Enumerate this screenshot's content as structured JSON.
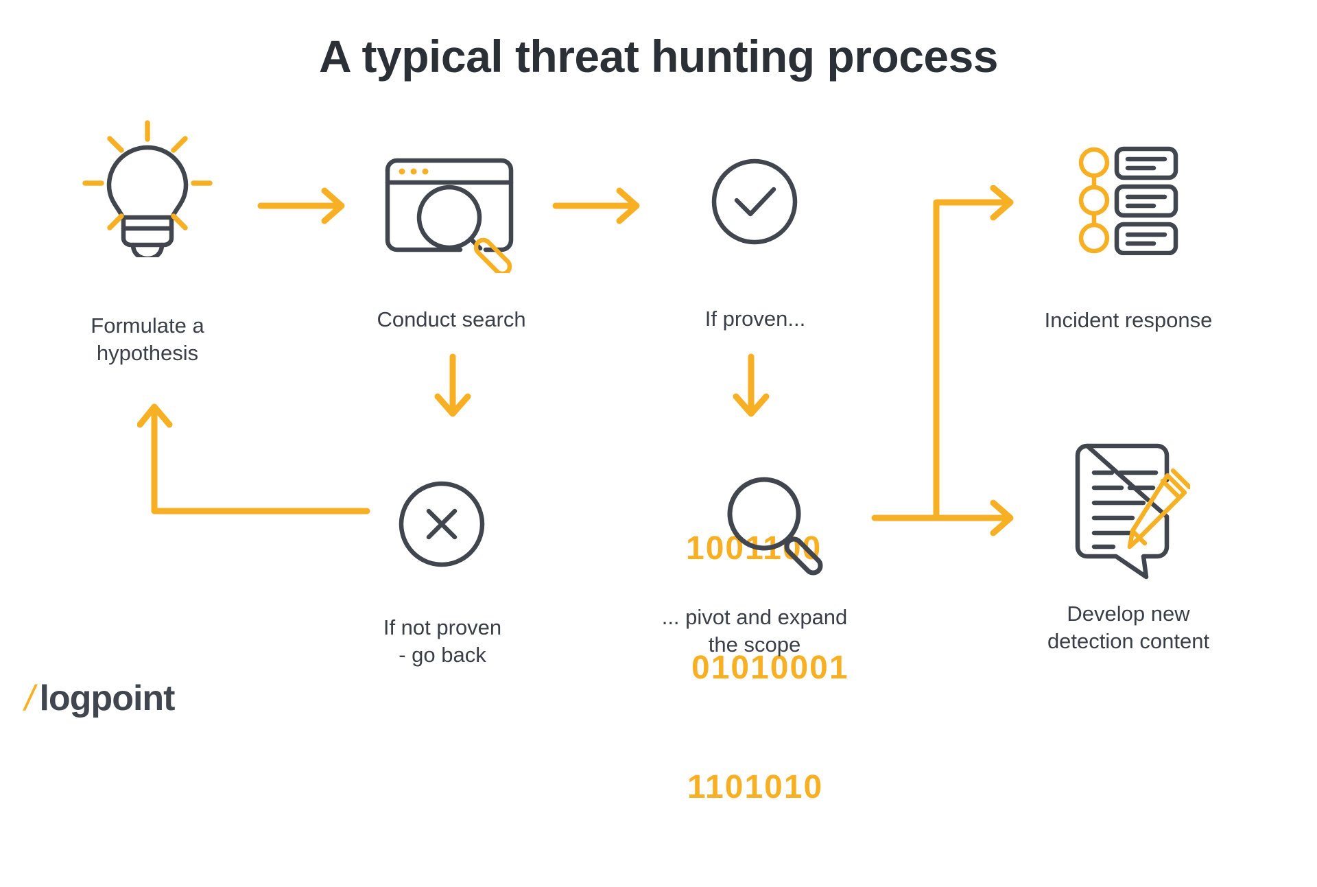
{
  "page": {
    "title": "A typical threat hunting process",
    "background": "#ffffff"
  },
  "colors": {
    "accent": "#f7b024",
    "ink": "#41454d",
    "title": "#2b2f36",
    "label": "#3a3e46"
  },
  "nodes": [
    {
      "id": "formulate-hypothesis",
      "icon": "lightbulb-icon",
      "label": "Formulate a\nhypothesis"
    },
    {
      "id": "conduct-search",
      "icon": "browser-search-icon",
      "label": "Conduct search"
    },
    {
      "id": "if-proven",
      "icon": "check-circle-icon",
      "label": "If proven..."
    },
    {
      "id": "incident-response",
      "icon": "incident-list-icon",
      "label": "Incident response"
    },
    {
      "id": "if-not-proven",
      "icon": "x-circle-icon",
      "label": "If not proven\n- go back"
    },
    {
      "id": "pivot-expand",
      "icon": "binary-magnifier-icon",
      "label": "... pivot and expand\nthe scope"
    },
    {
      "id": "develop-detection",
      "icon": "document-pencil-icon",
      "label": "Develop new\ndetection content"
    }
  ],
  "binary": {
    "row1": "1001100",
    "row2": "01010001",
    "row3": "1101010"
  },
  "connectors": [
    {
      "id": "hypothesis-to-search",
      "type": "arrow-right"
    },
    {
      "id": "search-to-proven",
      "type": "arrow-right"
    },
    {
      "id": "search-to-not-proven",
      "type": "arrow-down"
    },
    {
      "id": "proven-to-pivot",
      "type": "arrow-down"
    },
    {
      "id": "not-proven-to-hypothesis",
      "type": "elbow-left-up"
    },
    {
      "id": "pivot-to-incident-response",
      "type": "elbow-up-right"
    },
    {
      "id": "pivot-to-develop-detection",
      "type": "arrow-right"
    }
  ],
  "logo": {
    "slash": "/",
    "name": "logpoint"
  }
}
